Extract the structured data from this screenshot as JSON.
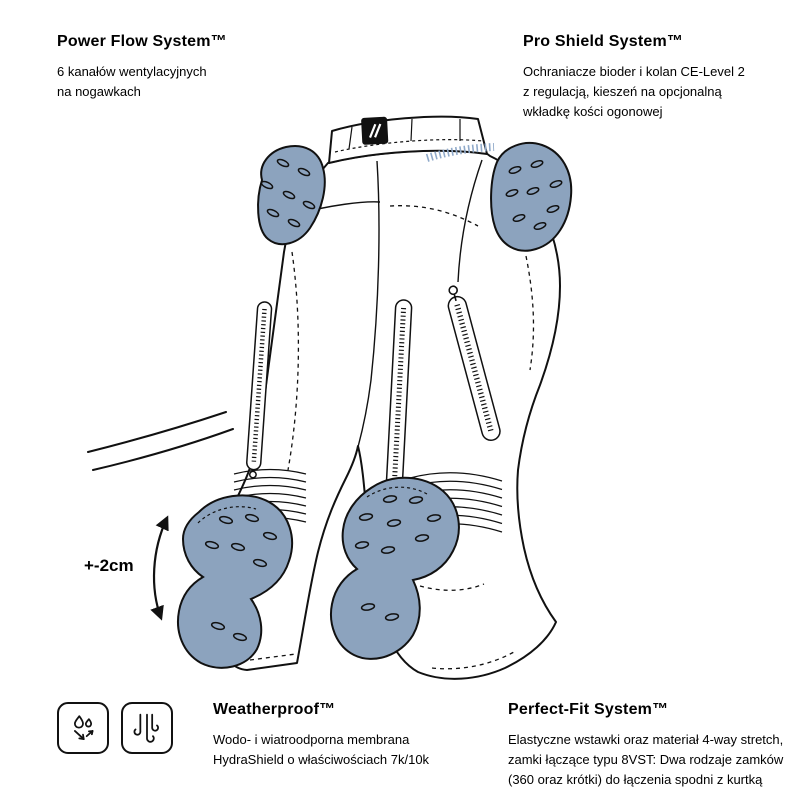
{
  "page": {
    "background": "#ffffff",
    "text_color": "#000000",
    "line_color": "#111111",
    "protector_color": "#8CA3BE",
    "zipper_teeth_color": "#8FA9C9"
  },
  "features": {
    "power_flow": {
      "title": "Power Flow System™",
      "description": "6 kanałów wentylacyjnych\nna nogawkach"
    },
    "pro_shield": {
      "title": "Pro Shield System™",
      "description": "Ochraniacze bioder i kolan CE-Level 2\nz regulacją, kieszeń na opcjonalną\nwkładkę kości ogonowej"
    },
    "weatherproof": {
      "title": "Weatherproof™",
      "description": "Wodo- i wiatroodporna membrana\nHydraShield o właściwościach 7k/10k"
    },
    "perfect_fit": {
      "title": "Perfect-Fit System™",
      "description": "Elastyczne wstawki oraz materiał 4-way stretch,\nzamki łączące typu 8VST: Dwa rodzaje zamków\n(360 oraz krótki) do łączenia spodni z kurtką"
    }
  },
  "diagram": {
    "adjustment_label": "+-2cm",
    "icons": [
      {
        "name": "waterproof-icon"
      },
      {
        "name": "airflow-icon"
      }
    ]
  }
}
